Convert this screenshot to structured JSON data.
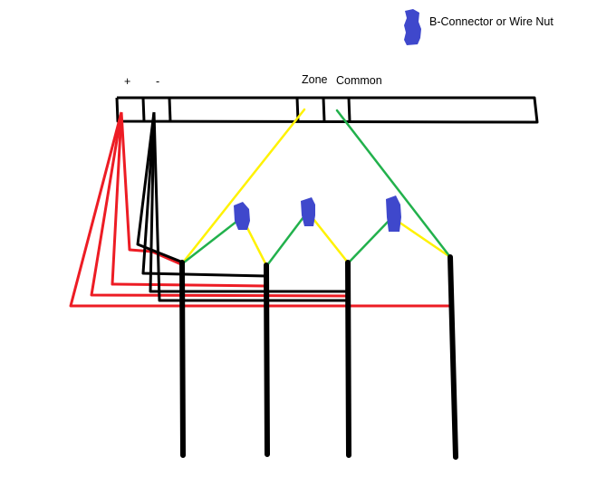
{
  "legend": {
    "connector_label": "B-Connector or Wire Nut",
    "connector_color": "#3f48cc"
  },
  "terminal_labels": {
    "plus": "+",
    "minus": "-",
    "zone": "Zone",
    "common": "Common"
  },
  "wire_colors": {
    "positive": "#ed1c24",
    "negative": "#000000",
    "zone": "#fff200",
    "common": "#22b14c",
    "device_lead": "#000000"
  },
  "device_count": 4,
  "connector_count": 3
}
